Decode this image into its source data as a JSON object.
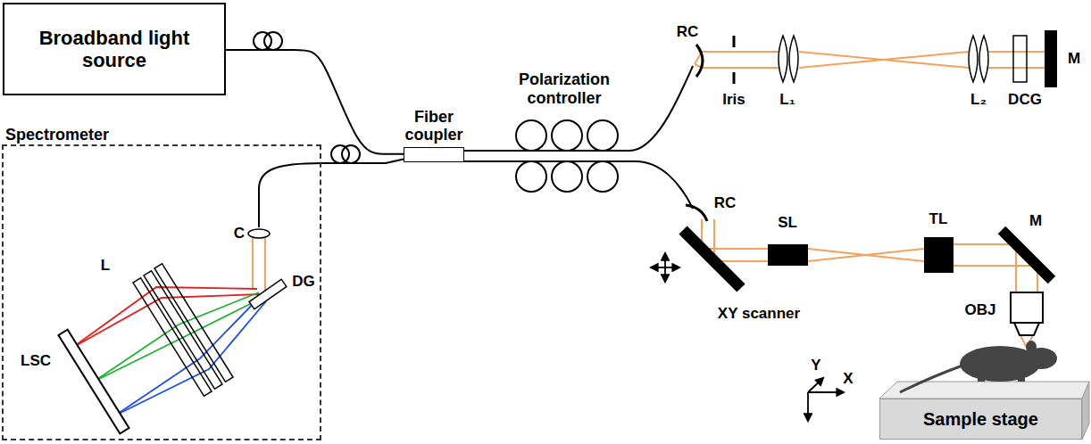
{
  "diagram": {
    "nodes": [
      {
        "text": [
          "Broadband light source"
        ]
      },
      {
        "text": [
          "Fiber coupler"
        ]
      },
      {
        "text": [
          "Spectrometer"
        ]
      },
      {
        "text": [
          "Sample stage"
        ]
      }
    ],
    "edges": [
      {
        "from": 0,
        "to": 1,
        "arrow": "none"
      },
      {
        "from": 1,
        "to": 2,
        "arrow": "none"
      }
    ],
    "labels": [
      "Polarization controller",
      "RC",
      "Iris",
      "L₁",
      "L₂",
      "DCG",
      "M",
      "C",
      "DG",
      "L",
      "LSC",
      "RC",
      "XY scanner",
      "SL",
      "TL",
      "M",
      "OBJ",
      "Y",
      "X"
    ]
  }
}
